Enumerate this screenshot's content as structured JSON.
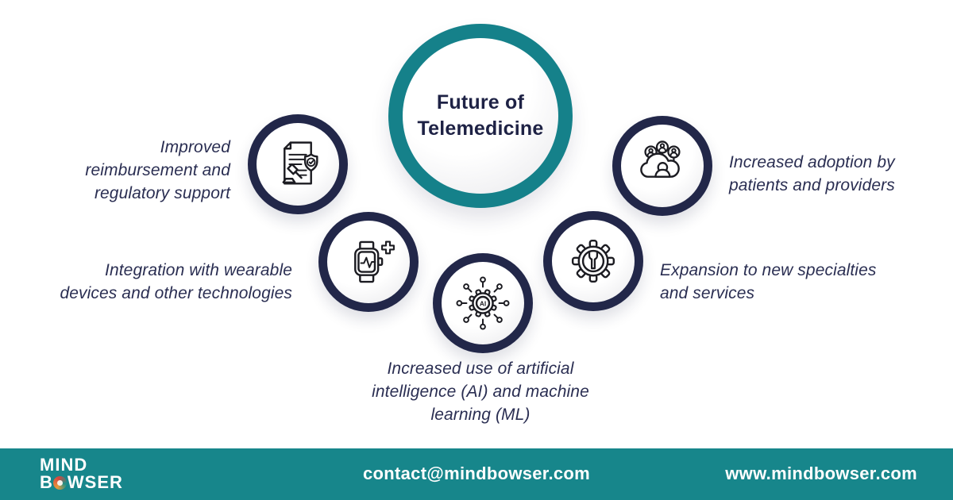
{
  "colors": {
    "teal_ring": "#15818A",
    "teal_footer": "#17868B",
    "navy_ring": "#222749",
    "title_text": "#1E2245",
    "label_text": "#2A2E52",
    "icon_stroke": "#1C1C22",
    "background": "#FFFFFF",
    "footer_text": "#FFFFFF",
    "logo_swirl_orange": "#E89A3C",
    "logo_swirl_red": "#D9453E",
    "logo_swirl_teal": "#1F8F86"
  },
  "center": {
    "title_lines": [
      "Future of",
      "Telemedicine"
    ]
  },
  "items": [
    {
      "id": "reimbursement",
      "icon": "document-gavel-shield-icon",
      "lines": [
        "Improved",
        "reimbursement and",
        "regulatory support"
      ]
    },
    {
      "id": "wearables",
      "icon": "smartwatch-health-icon",
      "lines": [
        "Integration with wearable",
        "devices and other technologies"
      ]
    },
    {
      "id": "ai-ml",
      "icon": "ai-gear-chip-icon",
      "lines": [
        "Increased use of artificial",
        "intelligence (AI) and machine",
        "learning (ML)"
      ]
    },
    {
      "id": "specialties",
      "icon": "gear-wrench-icon",
      "lines": [
        "Expansion to new specialties",
        "and services"
      ]
    },
    {
      "id": "adoption",
      "icon": "cloud-users-icon",
      "lines": [
        "Increased adoption by",
        "patients and providers"
      ]
    }
  ],
  "footer": {
    "logo_line1": "MIND",
    "logo_b": "B",
    "logo_rest": "WSER",
    "email": "contact@mindbowser.com",
    "website": "www.mindbowser.com"
  }
}
